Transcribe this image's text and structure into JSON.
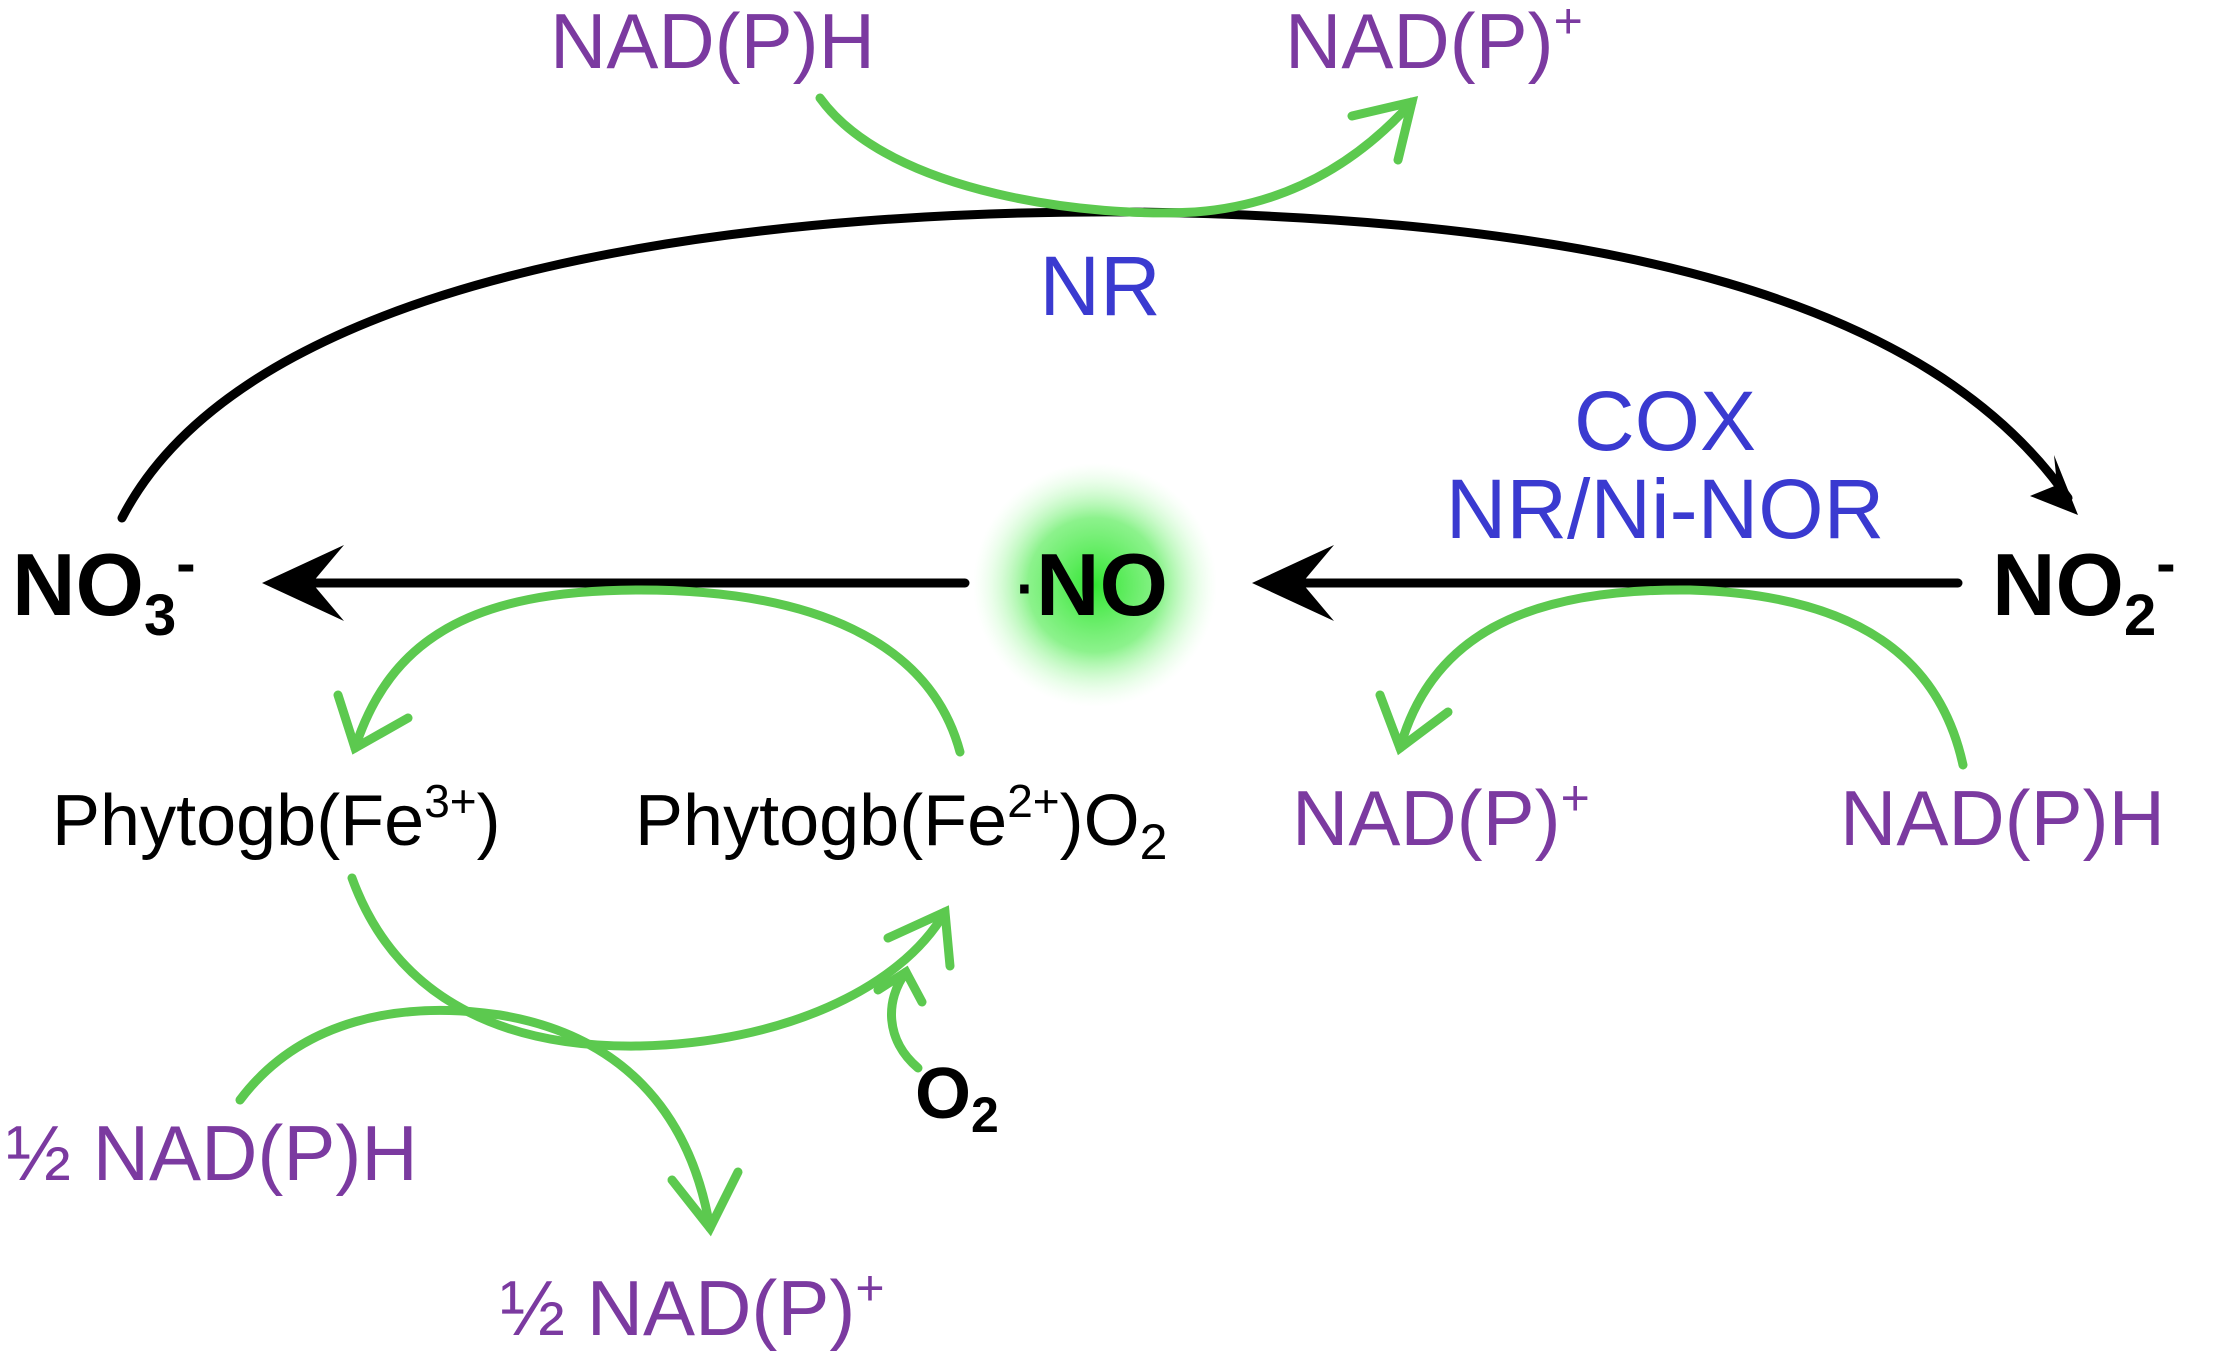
{
  "colors": {
    "species": "#000000",
    "enzyme": "#3a3ad0",
    "cofactor": "#7b3aa0",
    "green_arrow": "#5cc94f",
    "no_glow": "#33e633"
  },
  "species": {
    "nitrate": {
      "base": "NO",
      "sub": "3",
      "sup": "-"
    },
    "nitrite": {
      "base": "NO",
      "sub": "2",
      "sup": "-"
    },
    "nitric_oxide": {
      "radical_dot": "·",
      "base": "NO"
    }
  },
  "enzymes": {
    "nitrate_reductase": "NR",
    "nitrite_reduction_line1": "COX",
    "nitrite_reduction_line2": "NR/Ni-NOR"
  },
  "cofactors": {
    "top_reductant": "NAD(P)H",
    "top_oxidant": {
      "base": "NAD(P)",
      "sup": "+"
    },
    "right_reductant": "NAD(P)H",
    "right_oxidant": {
      "base": "NAD(P)",
      "sup": "+"
    },
    "half_reductant": "½ NAD(P)H",
    "half_oxidant": {
      "base": "½ NAD(P)",
      "sup": "+"
    }
  },
  "phytoglobin": {
    "ferric": {
      "pre": "Phytogb(Fe",
      "sup": "3+",
      "post": ")"
    },
    "oxy": {
      "pre": "Phytogb(Fe",
      "sup": "2+",
      "post": ")O",
      "sub": "2"
    }
  },
  "oxygen": {
    "base": "O",
    "sub": "2"
  }
}
